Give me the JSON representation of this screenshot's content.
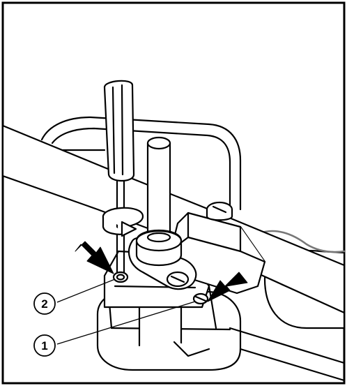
{
  "figure": {
    "callouts": [
      {
        "number": "2",
        "target": "screw-hole-left"
      },
      {
        "number": "1",
        "target": "screw-right"
      }
    ],
    "colors": {
      "line": "#000000",
      "fill": "#ffffff",
      "arrow": "#000000",
      "cable": "#777777"
    }
  }
}
